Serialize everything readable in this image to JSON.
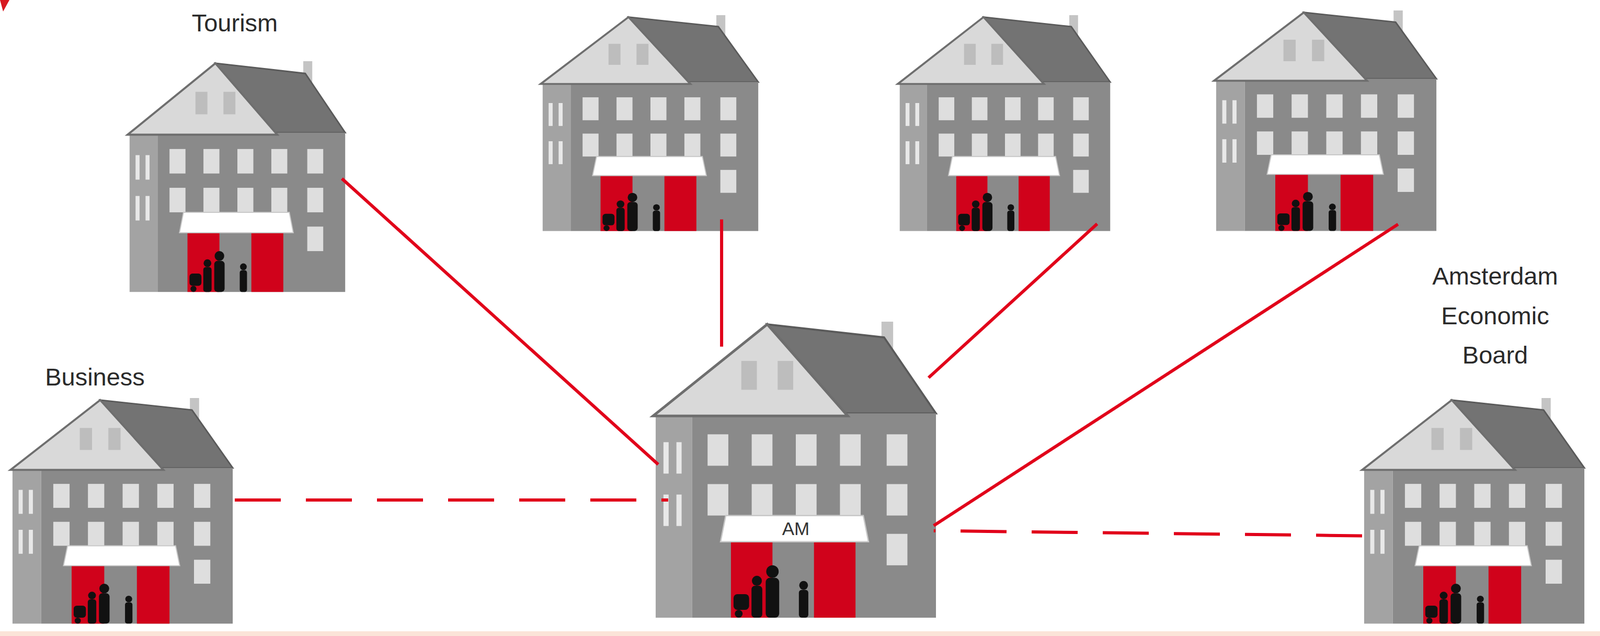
{
  "diagram": {
    "nodes": [
      {
        "text": [
          "Tourism"
        ]
      },
      {
        "text": []
      },
      {
        "text": []
      },
      {
        "text": []
      },
      {
        "text": [
          "Business"
        ]
      },
      {
        "text": [
          "AM"
        ]
      },
      {
        "text": [
          "Amsterdam Economic Board"
        ]
      }
    ],
    "edges": [
      {
        "from": 0,
        "to": 5,
        "arrow": "none"
      },
      {
        "from": 1,
        "to": 5,
        "arrow": "none"
      },
      {
        "from": 2,
        "to": 5,
        "arrow": "none"
      },
      {
        "from": 3,
        "to": 5,
        "arrow": "none"
      },
      {
        "from": 4,
        "to": 5,
        "arrow": "none"
      },
      {
        "from": 6,
        "to": 5,
        "arrow": "none"
      }
    ]
  }
}
